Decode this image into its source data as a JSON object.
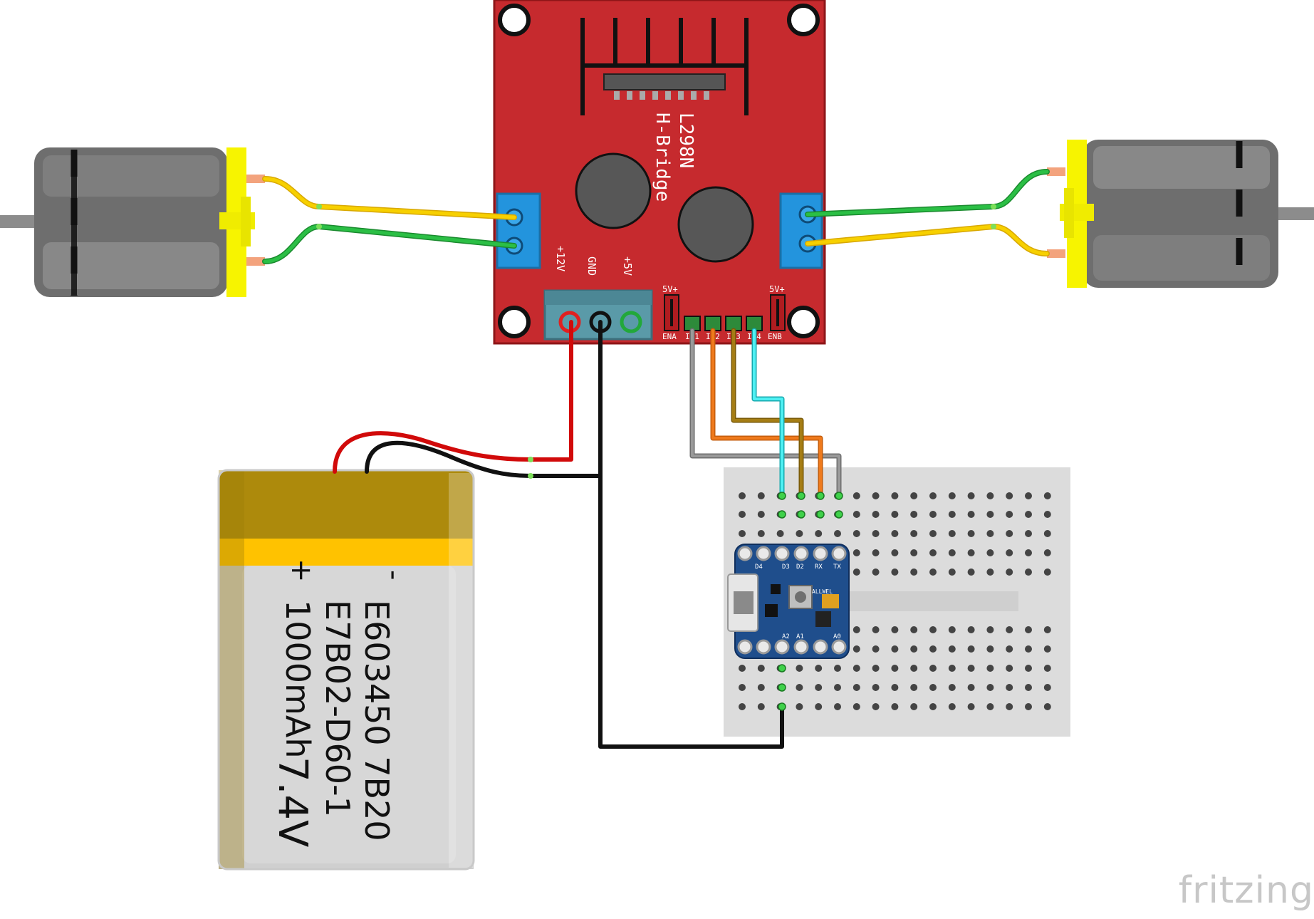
{
  "hbridge": {
    "title": "L298N",
    "subtitle": "H-Bridge",
    "pin_12v": "+12V",
    "pin_gnd": "GND",
    "pin_5v": "+5V",
    "jumper_left": "5V+",
    "jumper_right": "5V+",
    "header_labels": [
      "ENA",
      "IN1",
      "IN2",
      "IN3",
      "IN4",
      "ENB"
    ],
    "color": "#c62a2e"
  },
  "battery": {
    "minus": "-",
    "plus": "+",
    "line1": "E603450 7B20",
    "line2": "E7B02-D60-1",
    "line3": "1000mAh",
    "voltage": "7.4V"
  },
  "microcontroller": {
    "pin_labels_top": [
      "D4",
      "D3",
      "D2",
      "RX",
      "TX"
    ],
    "brand": "ALLWEL",
    "pin_labels_bottom": [
      "A2",
      "A1",
      "A0"
    ]
  },
  "watermark": "fritzing",
  "colors": {
    "wire_yellow": "#f7c600",
    "wire_green": "#22a83a",
    "wire_red": "#d10a0a",
    "wire_black": "#111111",
    "wire_gray": "#8a8a8a",
    "wire_orange": "#e8751a",
    "wire_brown": "#9c7412",
    "wire_cyan": "#28d3d8",
    "terminal_blue": "#2394dd",
    "breadboard": "#dcdcdc"
  }
}
